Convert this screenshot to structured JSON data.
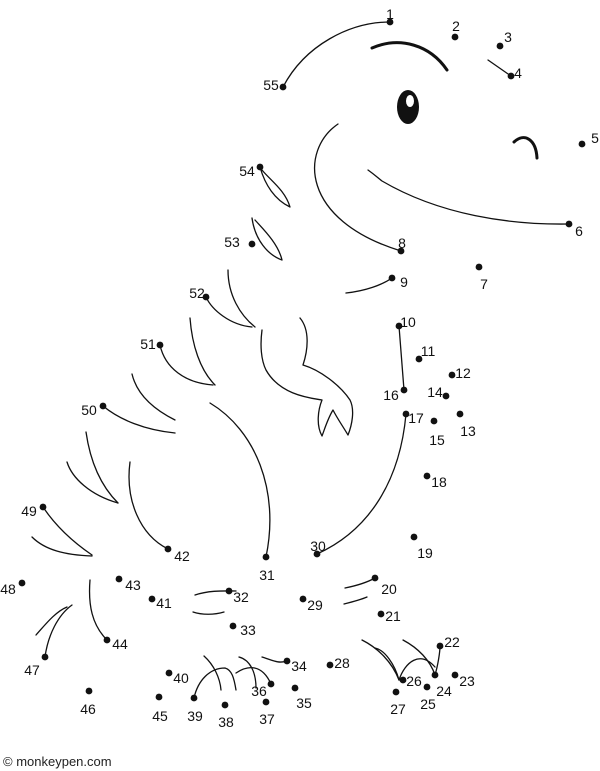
{
  "dots": [
    {
      "label": "1"
    },
    {
      "label": "2"
    },
    {
      "label": "3"
    },
    {
      "label": "4"
    },
    {
      "label": "5"
    },
    {
      "label": "6"
    },
    {
      "label": "7"
    },
    {
      "label": "8"
    },
    {
      "label": "9"
    },
    {
      "label": "10"
    },
    {
      "label": "11"
    },
    {
      "label": "12"
    },
    {
      "label": "13"
    },
    {
      "label": "14"
    },
    {
      "label": "15"
    },
    {
      "label": "16"
    },
    {
      "label": "17"
    },
    {
      "label": "18"
    },
    {
      "label": "19"
    },
    {
      "label": "20"
    },
    {
      "label": "21"
    },
    {
      "label": "22"
    },
    {
      "label": "23"
    },
    {
      "label": "24"
    },
    {
      "label": "25"
    },
    {
      "label": "26"
    },
    {
      "label": "27"
    },
    {
      "label": "28"
    },
    {
      "label": "29"
    },
    {
      "label": "30"
    },
    {
      "label": "31"
    },
    {
      "label": "32"
    },
    {
      "label": "33"
    },
    {
      "label": "34"
    },
    {
      "label": "35"
    },
    {
      "label": "36"
    },
    {
      "label": "37"
    },
    {
      "label": "38"
    },
    {
      "label": "39"
    },
    {
      "label": "40"
    },
    {
      "label": "41"
    },
    {
      "label": "42"
    },
    {
      "label": "43"
    },
    {
      "label": "44"
    },
    {
      "label": "45"
    },
    {
      "label": "46"
    },
    {
      "label": "47"
    },
    {
      "label": "48"
    },
    {
      "label": "49"
    },
    {
      "label": "50"
    },
    {
      "label": "51"
    },
    {
      "label": "52"
    },
    {
      "label": "53"
    },
    {
      "label": "54"
    },
    {
      "label": "55"
    }
  ],
  "footer": {
    "credit": "© monkeypen.com"
  },
  "colors": {
    "ink": "#111111",
    "paper": "#ffffff"
  }
}
